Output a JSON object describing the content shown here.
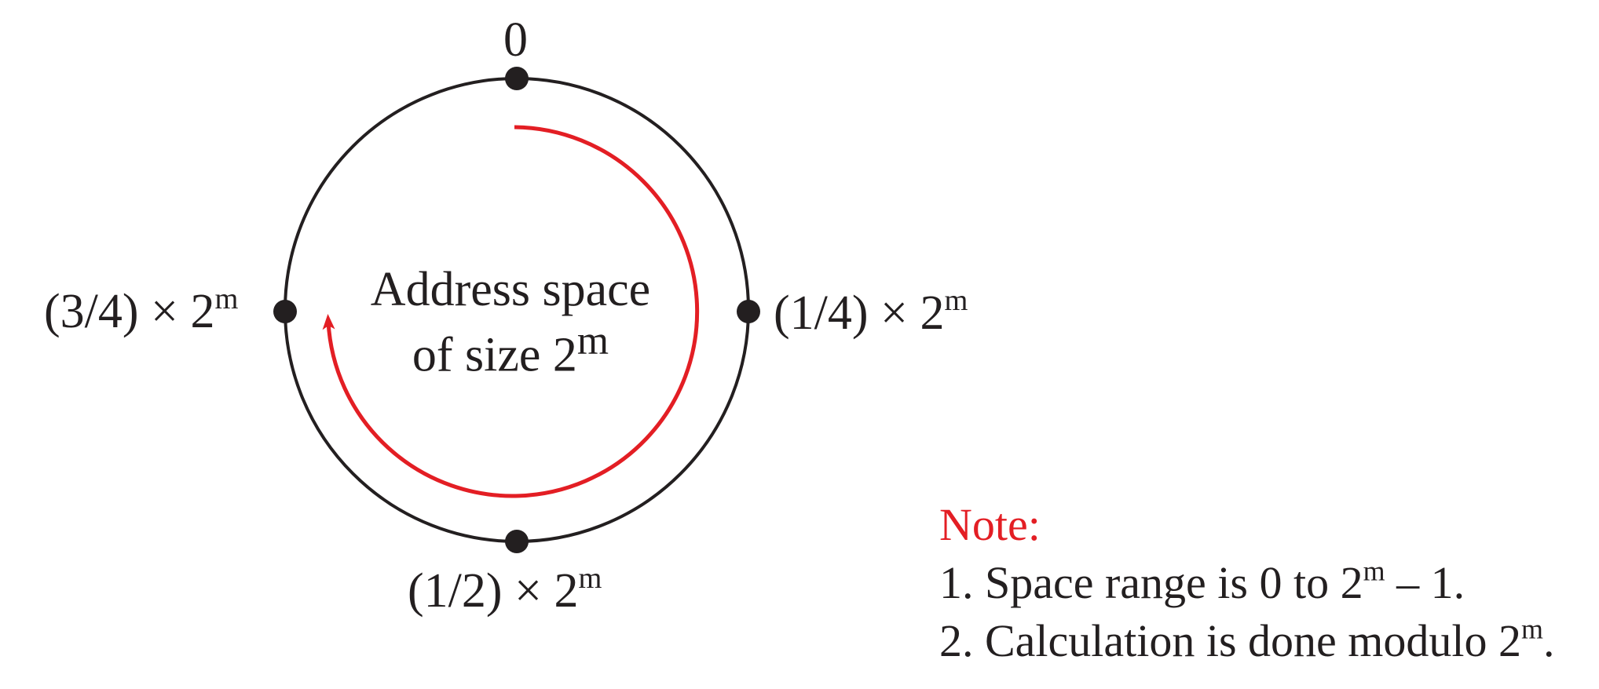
{
  "diagram": {
    "points": {
      "top": {
        "text": "0"
      },
      "right": {
        "prefix": "(1/4) ×  2",
        "sup": "m"
      },
      "left": {
        "prefix": "(3/4) ×  2",
        "sup": "m"
      },
      "bottom": {
        "prefix": "(1/2) ×  2",
        "sup": "m"
      }
    },
    "center": {
      "line1": "Address space",
      "line2_prefix": "of size 2",
      "line2_sup": "m"
    },
    "colors": {
      "ring": "#231f20",
      "arrow": "#e31e24",
      "note_title": "#e31e24"
    }
  },
  "note": {
    "title": "Note:",
    "line1_prefix": "1. Space range is 0 to 2",
    "line1_sup": "m",
    "line1_suffix": " – 1.",
    "line2_prefix": "2. Calculation is done modulo 2",
    "line2_sup": "m",
    "line2_suffix": "."
  }
}
